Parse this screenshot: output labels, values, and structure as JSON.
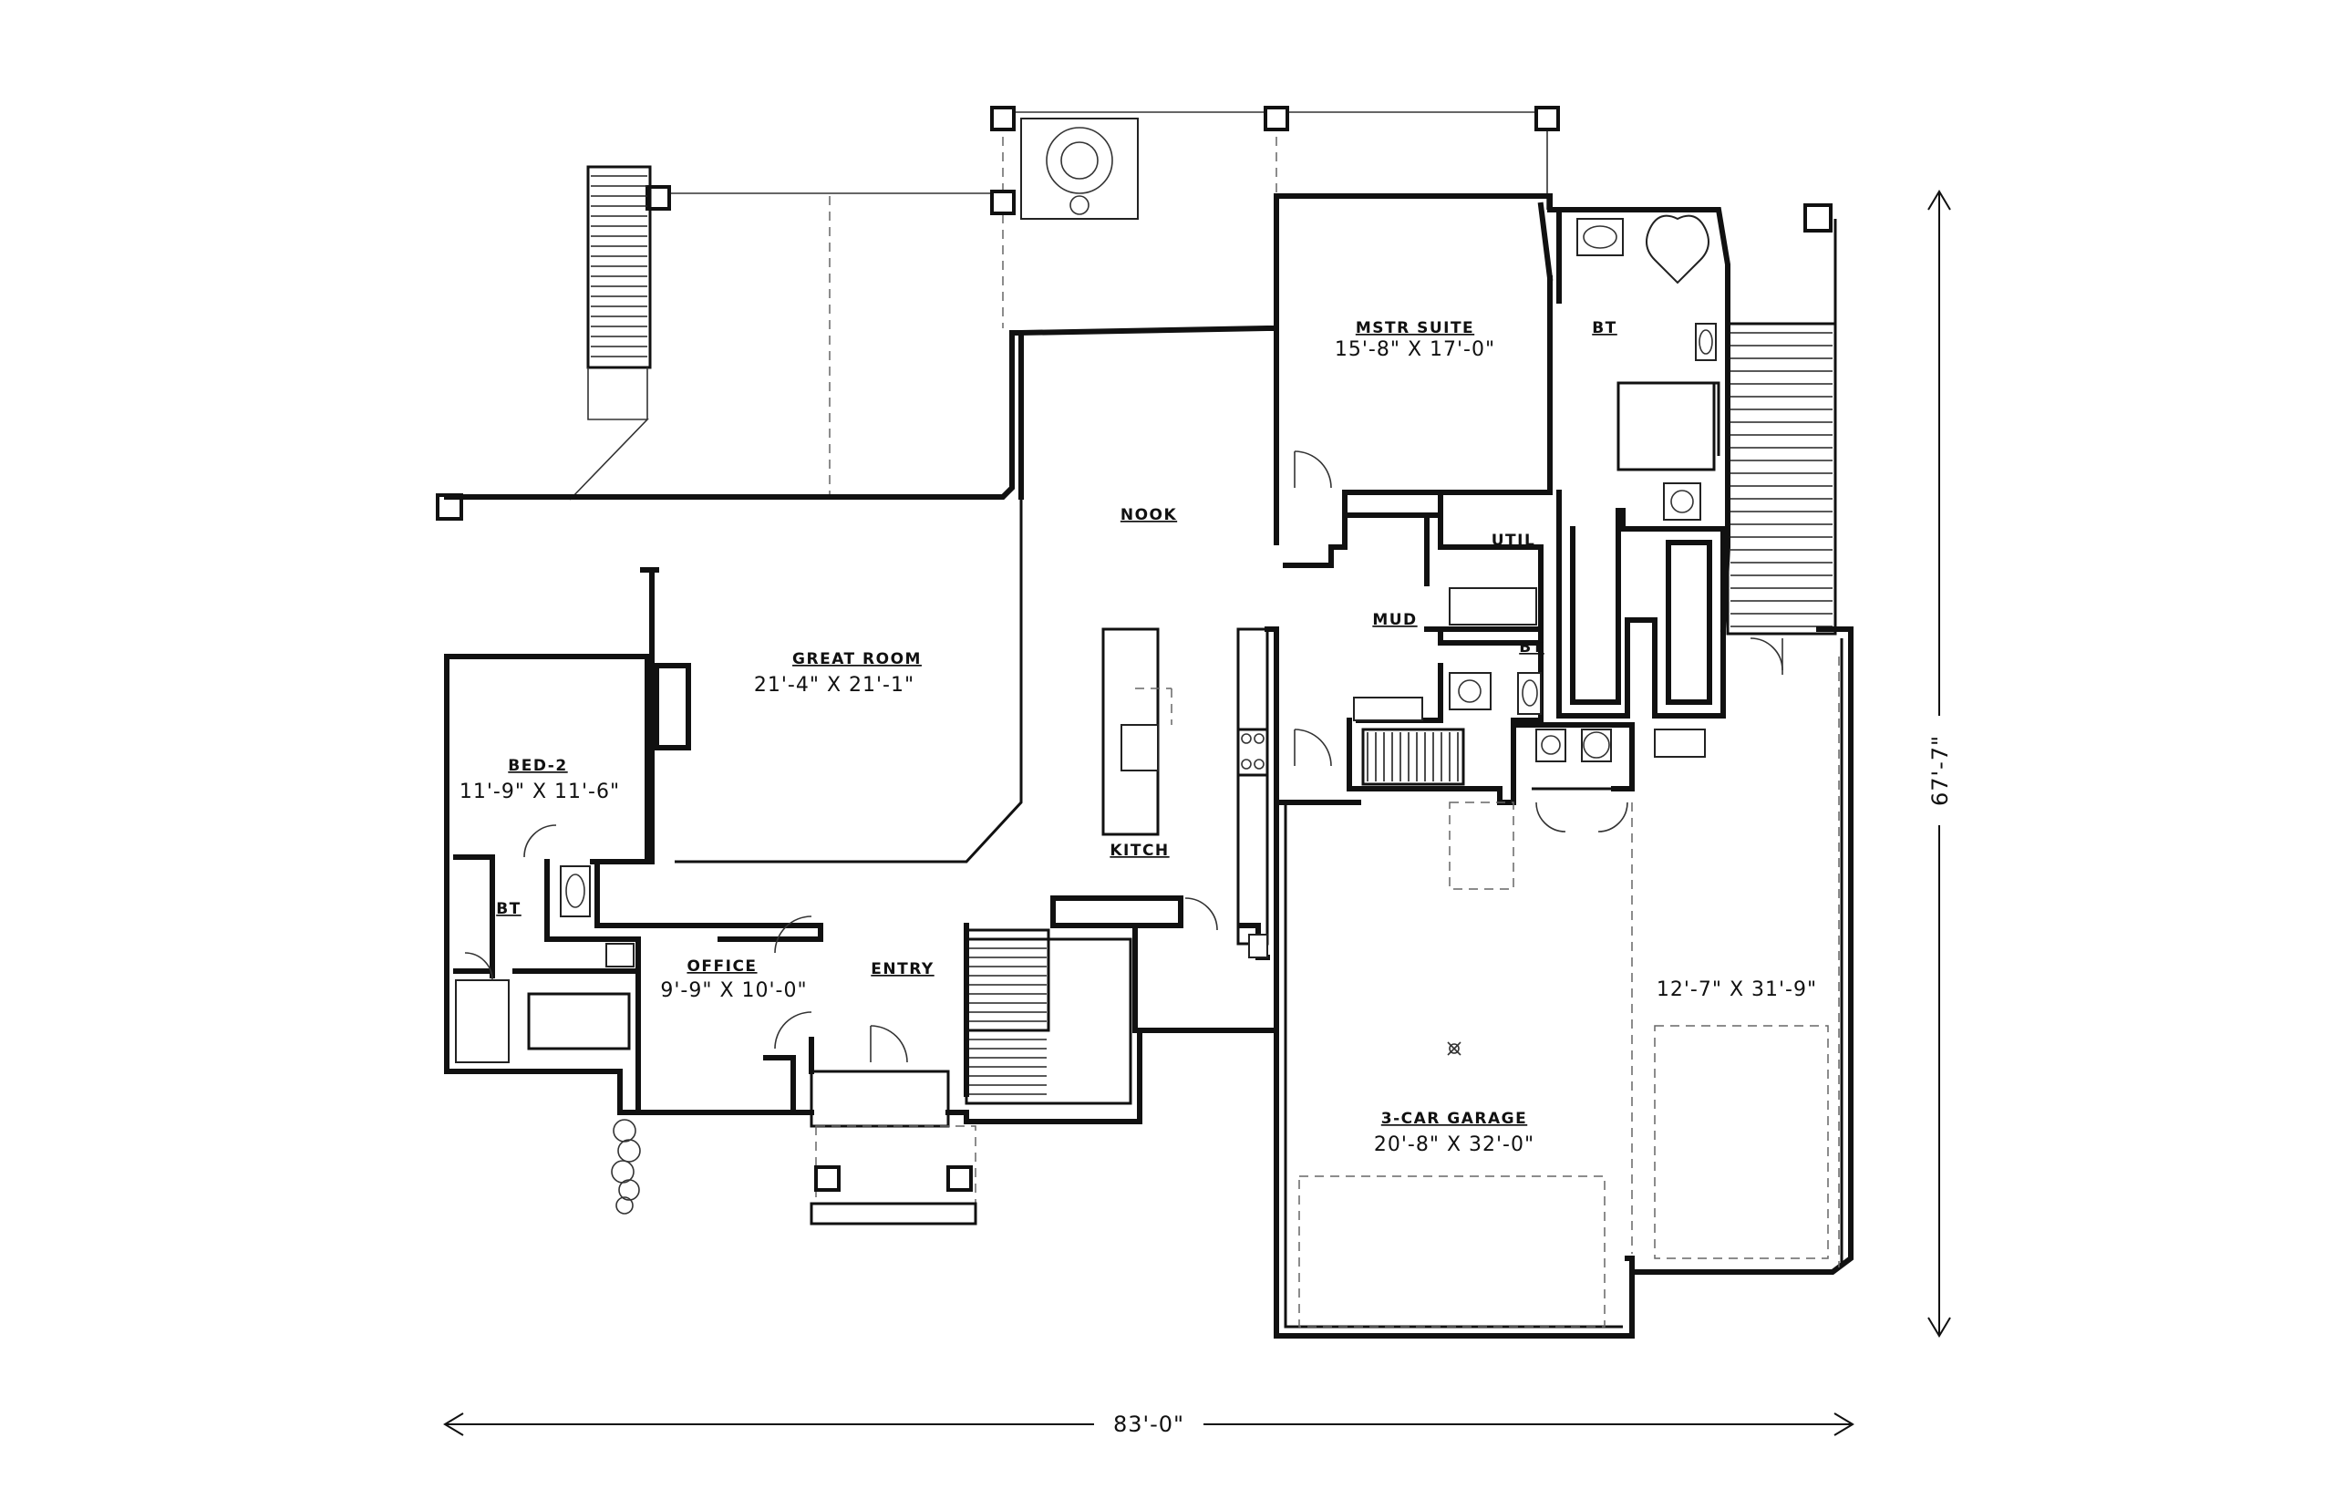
{
  "rooms": {
    "master_suite": {
      "name": "MSTR SUITE",
      "dims": "15'-8\" X 17'-0\""
    },
    "master_bath": {
      "name": "BT"
    },
    "nook": {
      "name": "NOOK"
    },
    "util": {
      "name": "UTIL"
    },
    "mud": {
      "name": "MUD"
    },
    "bath_mud": {
      "name": "BT"
    },
    "great_room": {
      "name": "GREAT ROOM",
      "dims": "21'-4\" X 21'-1\""
    },
    "bed2": {
      "name": "BED-2",
      "dims": "11'-9\" X 11'-6\""
    },
    "bath2": {
      "name": "BT"
    },
    "kitchen": {
      "name": "KITCH"
    },
    "office": {
      "name": "OFFICE",
      "dims": "9'-9\" X 10'-0\""
    },
    "entry": {
      "name": "ENTRY"
    },
    "garage": {
      "name": "3-CAR GARAGE",
      "dims": "20'-8\" X 32'-0\""
    },
    "garage_bay": {
      "dims": "12'-7\" X 31'-9\""
    }
  },
  "overall": {
    "width": "83'-0\"",
    "depth": "67'-7\""
  },
  "colors": {
    "line": "#111111",
    "background": "#ffffff"
  }
}
